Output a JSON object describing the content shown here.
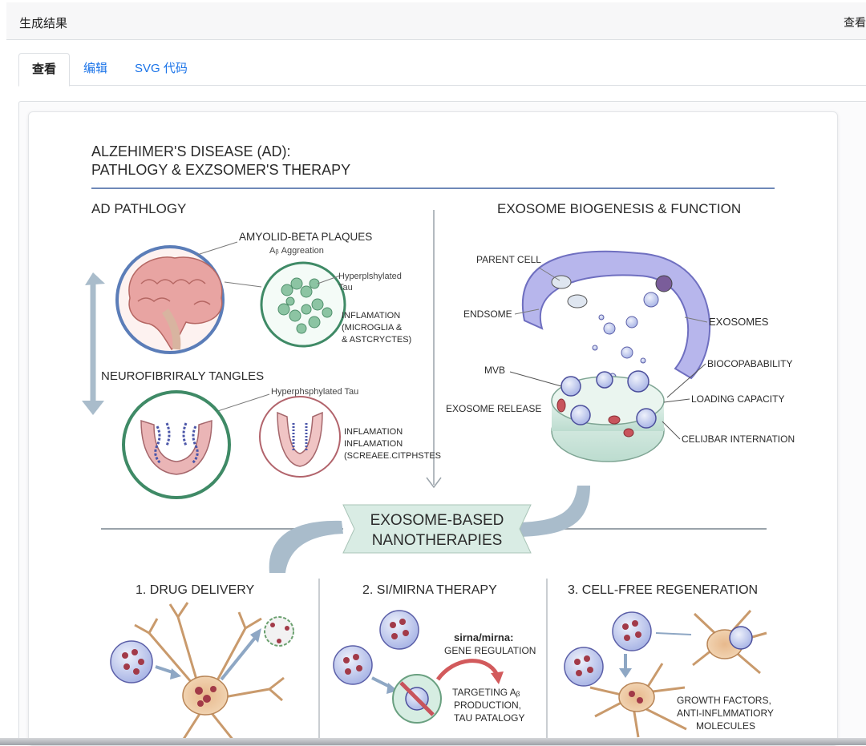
{
  "header": {
    "title": "生成结果",
    "right_label": "查看"
  },
  "tabs": [
    {
      "label": "查看"
    },
    {
      "label": "编辑"
    },
    {
      "label": "SVG 代码"
    }
  ],
  "figure": {
    "title_line1": "ALZEHIMER'S DISEASE (AD):",
    "title_line2": "PATHLOGY & EXZSOMER'S THERAPY",
    "left_heading": "AD PATHLOGY",
    "right_heading": "EXOSOME BIOGENESIS & FUNCTION",
    "amyloid_title": "AMYOLID-BETA PLAQUES",
    "amyloid_sub": "Aᵦ Aggreation",
    "hyper_tau_1a": "Hyperplshylated",
    "hyper_tau_1b": "Tau",
    "inflam1_l1": "INFLAMATION",
    "inflam1_l2": "(MICROGLIA &",
    "inflam1_l3": "& ASTCRYCTES)",
    "tangles_title": "NEUROFIBRIRALY TANGLES",
    "hyper_tau_2": "Hyperphsphylated Tau",
    "inflam2_l1": "INFLAMATION",
    "inflam2_l2": "INFLAMATION",
    "inflam2_l3": "(SCREAEE.CITPHSTES",
    "parent_cell": "PARENT CELL",
    "endosome": "ENDSOME",
    "mvb": "MVB",
    "exo_release": "EXOSOME RELEASE",
    "exosomes": "EXOSOMES",
    "biocompat": "BIOCOPABABILITY",
    "loading": "LOADING CAPACITY",
    "cellular": "CELIJBAR INTERNATION",
    "banner_l1": "EXOSOME-BASED",
    "banner_l2": "NANOTHERAPIES",
    "drug_delivery": "1. DRUG DELIVERY",
    "si_therapy": "2. SI/MIRNA THERAPY",
    "regeneration": "3. CELL-FREE REGENERATION",
    "sirna_l1": "sirna/mirna:",
    "sirna_l2": "GENE REGULATION",
    "target_l1": "TARGETING Aᵦ",
    "target_l2": "PRODUCTION,",
    "target_l3": "TAU PATALOGY",
    "growth_l1": "GROWTH FACTORS,",
    "growth_l2": "ANTI-INFLMMATIORY",
    "growth_l3": "MOLECULES"
  },
  "colors": {
    "tab_link": "#1a73e8",
    "brain_ring": "#5b7db8",
    "plaque_ring": "#3f8a66",
    "tangle_ring": "#3f8a66",
    "inflam_ring": "#b2646c",
    "exosome_purple": "#8b8fd6",
    "banner_fill": "#d9ece4",
    "arrow_gray": "#a9bccb"
  }
}
